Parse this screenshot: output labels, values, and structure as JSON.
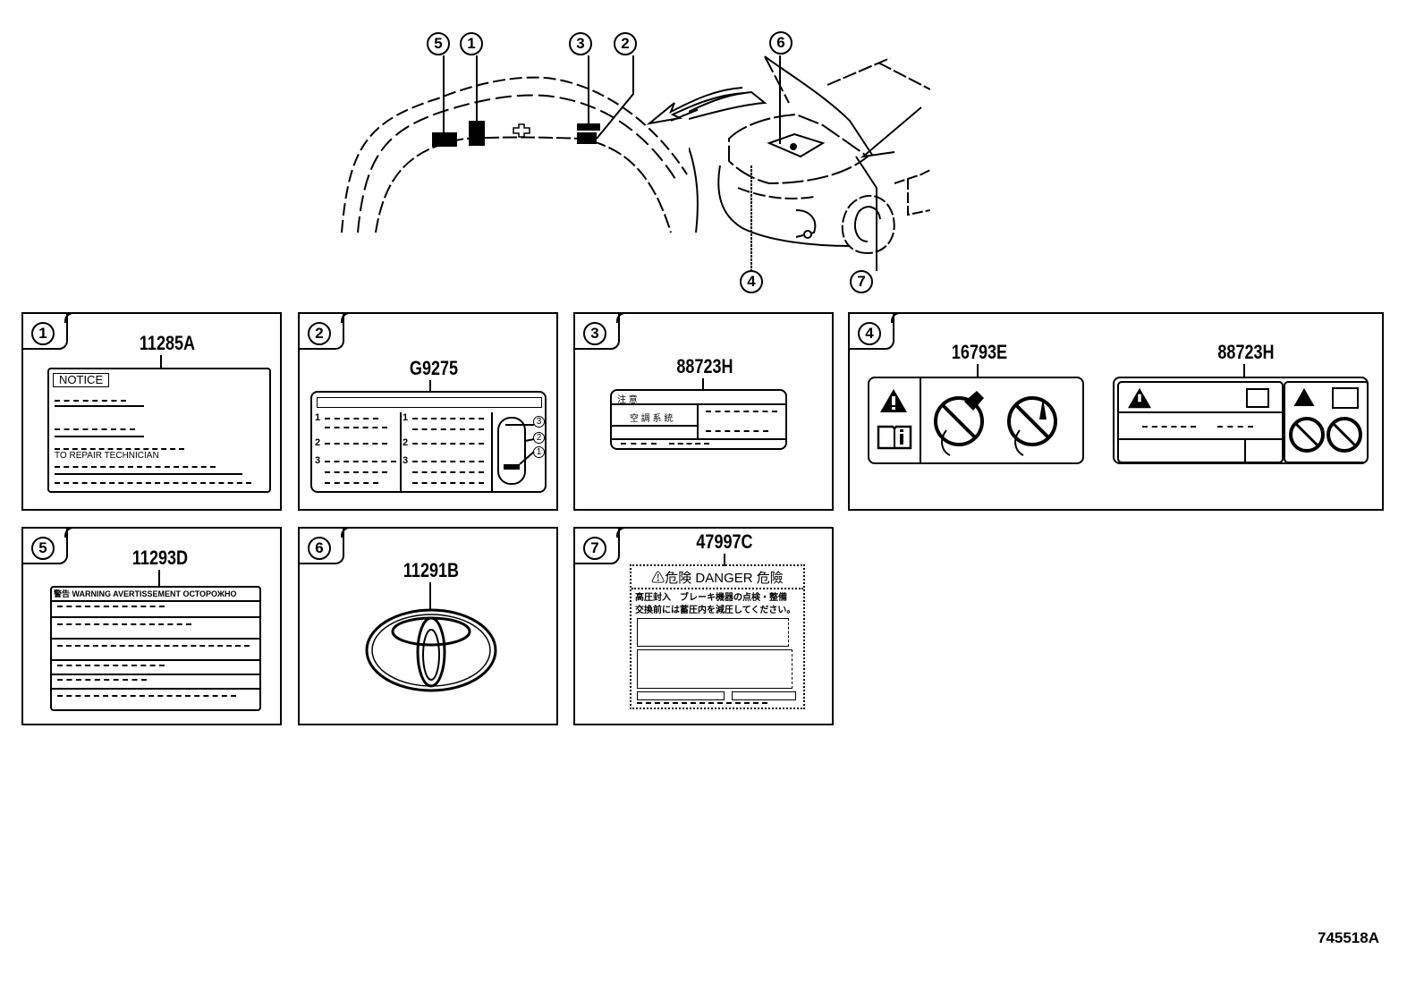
{
  "diagram": {
    "title_code": "745518A",
    "overview": {
      "callouts_headliner": [
        "5",
        "1",
        "3",
        "2"
      ],
      "callouts_hood": [
        "6",
        "4",
        "7"
      ]
    },
    "panels": [
      {
        "index": "1",
        "parts": [
          {
            "part_no": "11285A",
            "label_texts": [
              "NOTICE",
              "TO REPAIR TECHNICIAN"
            ]
          }
        ]
      },
      {
        "index": "2",
        "parts": [
          {
            "part_no": "G9275",
            "label_texts": [
              "1",
              "2",
              "3",
              "1",
              "2",
              "3",
              "3",
              "2",
              "1"
            ]
          }
        ]
      },
      {
        "index": "3",
        "parts": [
          {
            "part_no": "88723H",
            "label_texts": [
              "注 意",
              "空 調 系 統"
            ]
          }
        ]
      },
      {
        "index": "4",
        "parts": [
          {
            "part_no": "16793E",
            "label_texts": []
          },
          {
            "part_no": "88723H",
            "label_texts": []
          }
        ]
      },
      {
        "index": "5",
        "parts": [
          {
            "part_no": "11293D",
            "label_texts": [
              "警告 WARNING AVERTISSEMENT ОСТОРОЖНО"
            ]
          }
        ]
      },
      {
        "index": "6",
        "parts": [
          {
            "part_no": "11291B",
            "label_texts": []
          }
        ]
      },
      {
        "index": "7",
        "parts": [
          {
            "part_no": "47997C",
            "label_texts": [
              "⚠危険 DANGER 危險",
              "高圧封入　ブレーキ機器の点検・整備",
              "交換前には蓄圧内を減圧してください。"
            ]
          }
        ]
      }
    ]
  }
}
